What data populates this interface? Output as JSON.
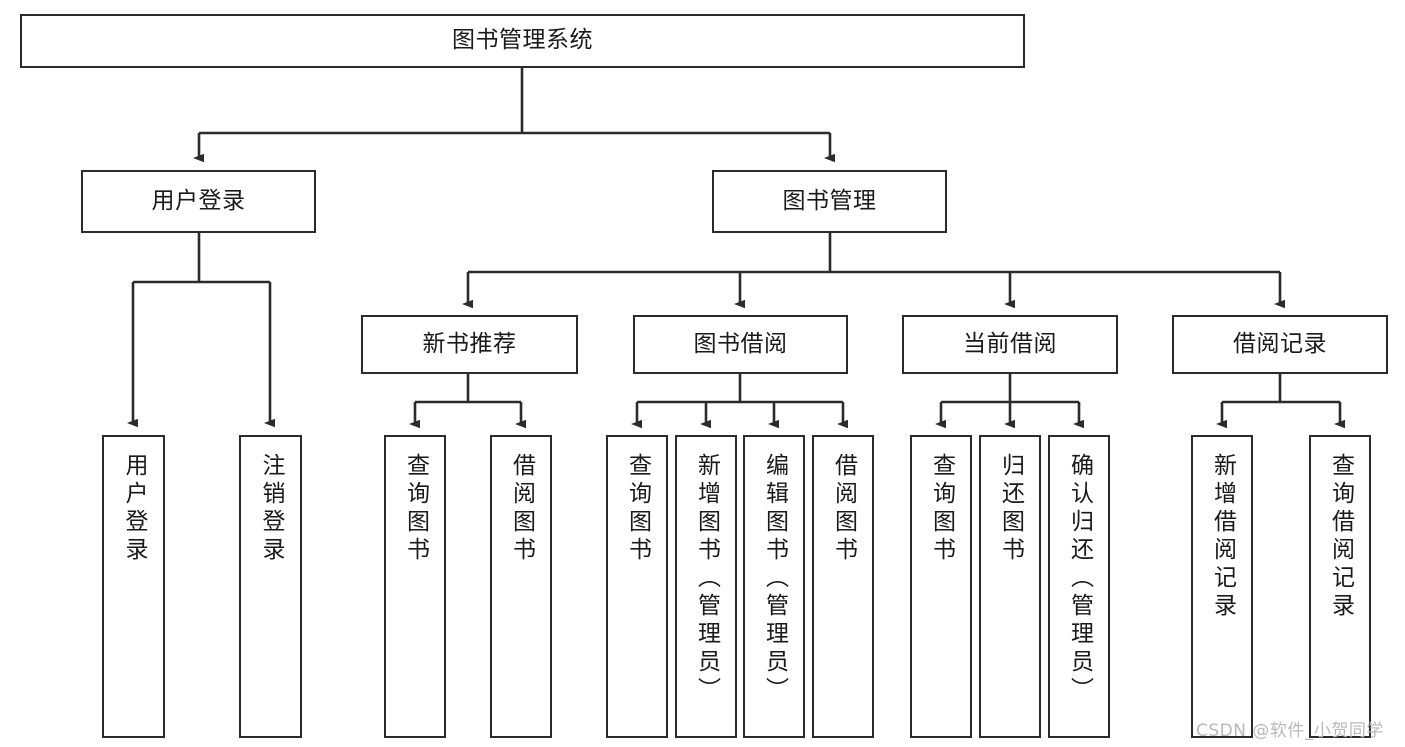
{
  "diagram": {
    "title": "图书管理系统",
    "watermark": "CSDN @软件_小贺同学",
    "colors": {
      "box_border": "#2b2b2b",
      "box_fill": "#ffffff",
      "edge": "#2b2b2b",
      "text": "#1a1a1a",
      "watermark": "#b9b9b9",
      "background": "#ffffff"
    },
    "nodes": {
      "root": {
        "label": "图书管理系统"
      },
      "level2": [
        {
          "label": "用户登录"
        },
        {
          "label": "图书管理"
        }
      ],
      "level3": [
        {
          "label": "新书推荐"
        },
        {
          "label": "图书借阅"
        },
        {
          "label": "当前借阅"
        },
        {
          "label": "借阅记录"
        }
      ],
      "leaves": {
        "user_login": [
          {
            "label": "用户登录"
          },
          {
            "label": "注销登录"
          }
        ],
        "new_book_recommend": [
          {
            "label": "查询图书"
          },
          {
            "label": "借阅图书"
          }
        ],
        "book_borrow": [
          {
            "label": "查询图书"
          },
          {
            "label": "新增图书（管理员）"
          },
          {
            "label": "编辑图书（管理员）"
          },
          {
            "label": "借阅图书"
          }
        ],
        "current_borrow": [
          {
            "label": "查询图书"
          },
          {
            "label": "归还图书"
          },
          {
            "label": "确认归还（管理员）"
          }
        ],
        "borrow_record": [
          {
            "label": "新增借阅记录"
          },
          {
            "label": "查询借阅记录"
          }
        ]
      }
    }
  }
}
